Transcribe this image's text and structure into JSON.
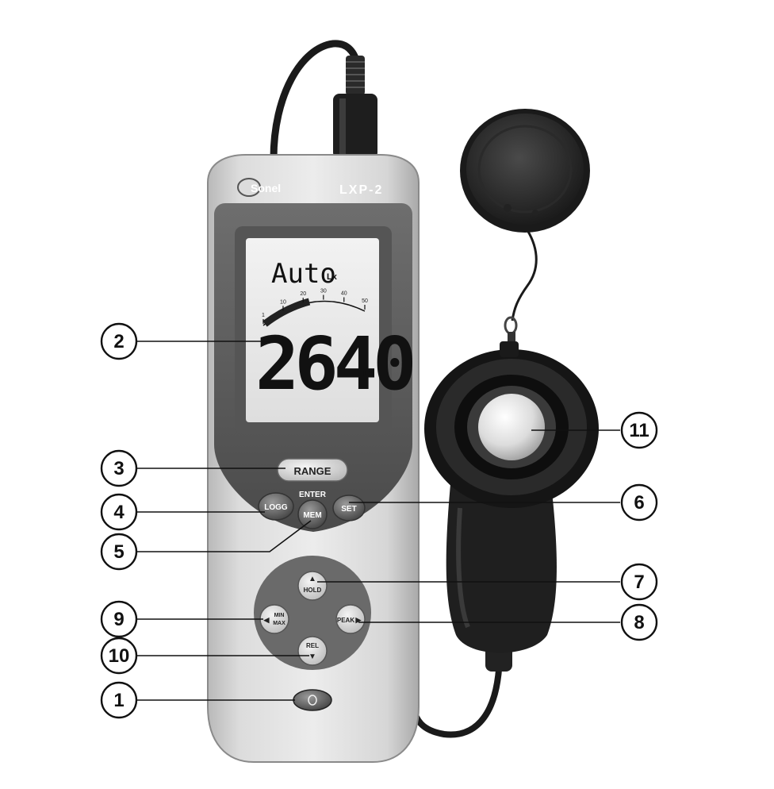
{
  "device": {
    "brand": "Sonel",
    "model": "LXP-2"
  },
  "display": {
    "mode": "Auto",
    "mode_unit": "Lx",
    "reading": "2640",
    "reading_unit": "Lx",
    "scale_ticks": [
      "1",
      "10",
      "20",
      "30",
      "40",
      "50"
    ]
  },
  "buttons": {
    "range": "RANGE",
    "logg": "LOGG",
    "enter": "ENTER",
    "mem": "MEM",
    "set": "SET",
    "hold": "HOLD",
    "min_max_line1": "MIN",
    "min_max_line2": "MAX",
    "peak": "PEAK",
    "rel": "REL"
  },
  "callouts": [
    "1",
    "2",
    "3",
    "4",
    "5",
    "6",
    "7",
    "8",
    "9",
    "10",
    "11"
  ]
}
